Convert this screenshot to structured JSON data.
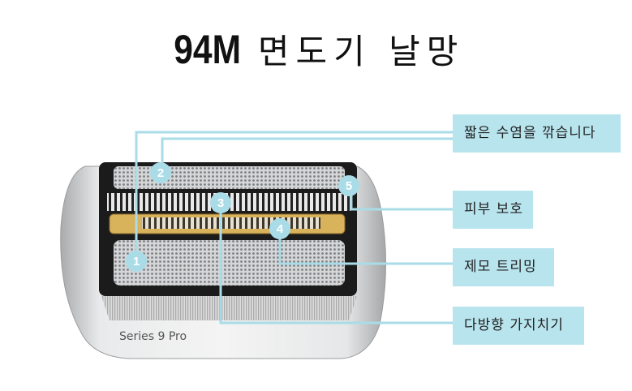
{
  "title": {
    "model": "94M",
    "rest": "면도기 날망"
  },
  "product_label": "Series 9 Pro",
  "markers": [
    "1",
    "2",
    "3",
    "4",
    "5"
  ],
  "callouts": [
    {
      "label": "짧은 수염을 깎습니다"
    },
    {
      "label": "피부 보호"
    },
    {
      "label": "제모 트리밍"
    },
    {
      "label": "다방향 가지치기"
    }
  ],
  "colors": {
    "callout_bg": "#b8e4ee",
    "line": "#a9dce7",
    "marker": "#a9dce7"
  }
}
